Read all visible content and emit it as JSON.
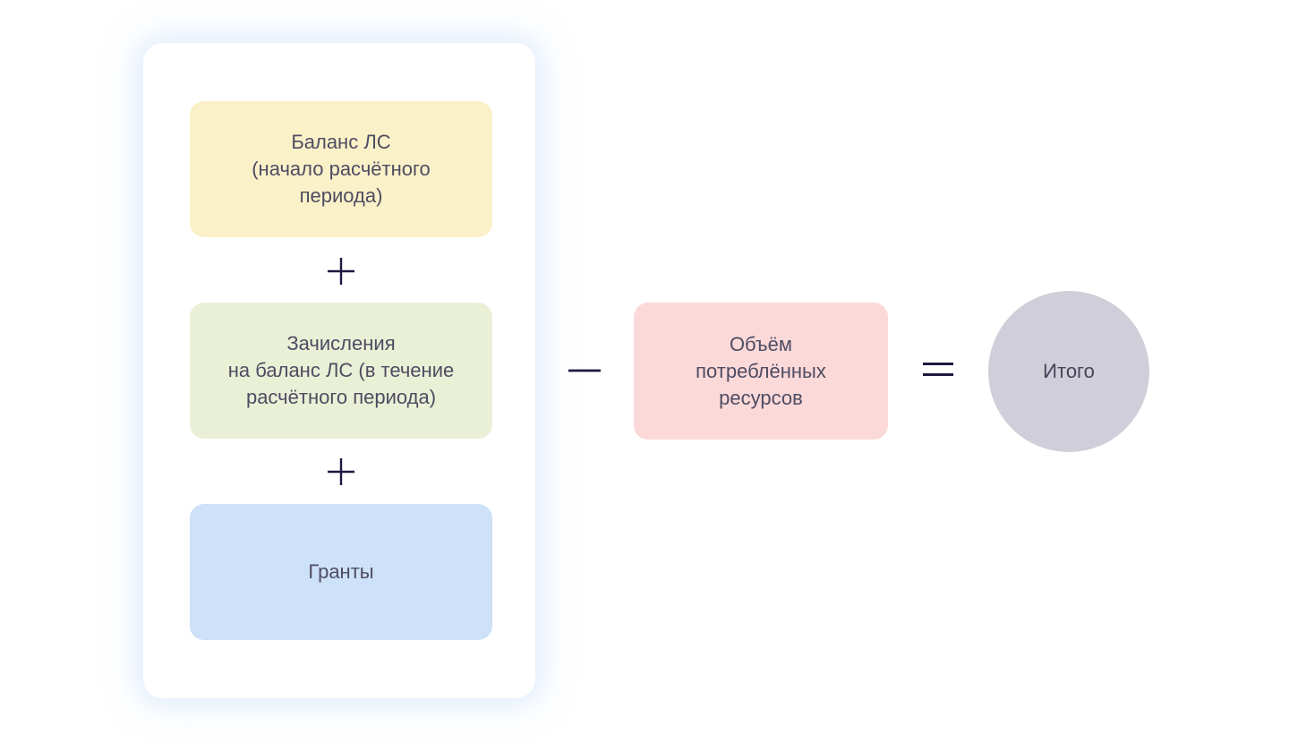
{
  "diagram": {
    "card": {
      "boxes": [
        {
          "id": "balance-start",
          "label": "Баланс ЛС\n(начало расчётного\nпериода)",
          "color": "#FBF1C8"
        },
        {
          "id": "credits",
          "label": "Зачисления\nна баланс ЛС (в течение\nрасчётного периода)",
          "color": "#EAF0D6"
        },
        {
          "id": "grants",
          "label": "Гранты",
          "color": "#CDE1F8"
        }
      ]
    },
    "consumed": {
      "id": "consumed-resources",
      "label": "Объём\nпотреблённых\nресурсов",
      "color": "#FCD9D9"
    },
    "total": {
      "id": "total",
      "label": "Итого",
      "color": "#D0CED8"
    },
    "operators": {
      "plus": "+",
      "minus": "−",
      "equals": "="
    },
    "colors": {
      "page_bg": "#FFFFFF",
      "card_bg": "#FFFFFF",
      "card_glow": "rgba(196,219,247,0.55)",
      "label_text": "#4E4C62",
      "total_text": "#474459",
      "operator": "#1E1940"
    }
  }
}
